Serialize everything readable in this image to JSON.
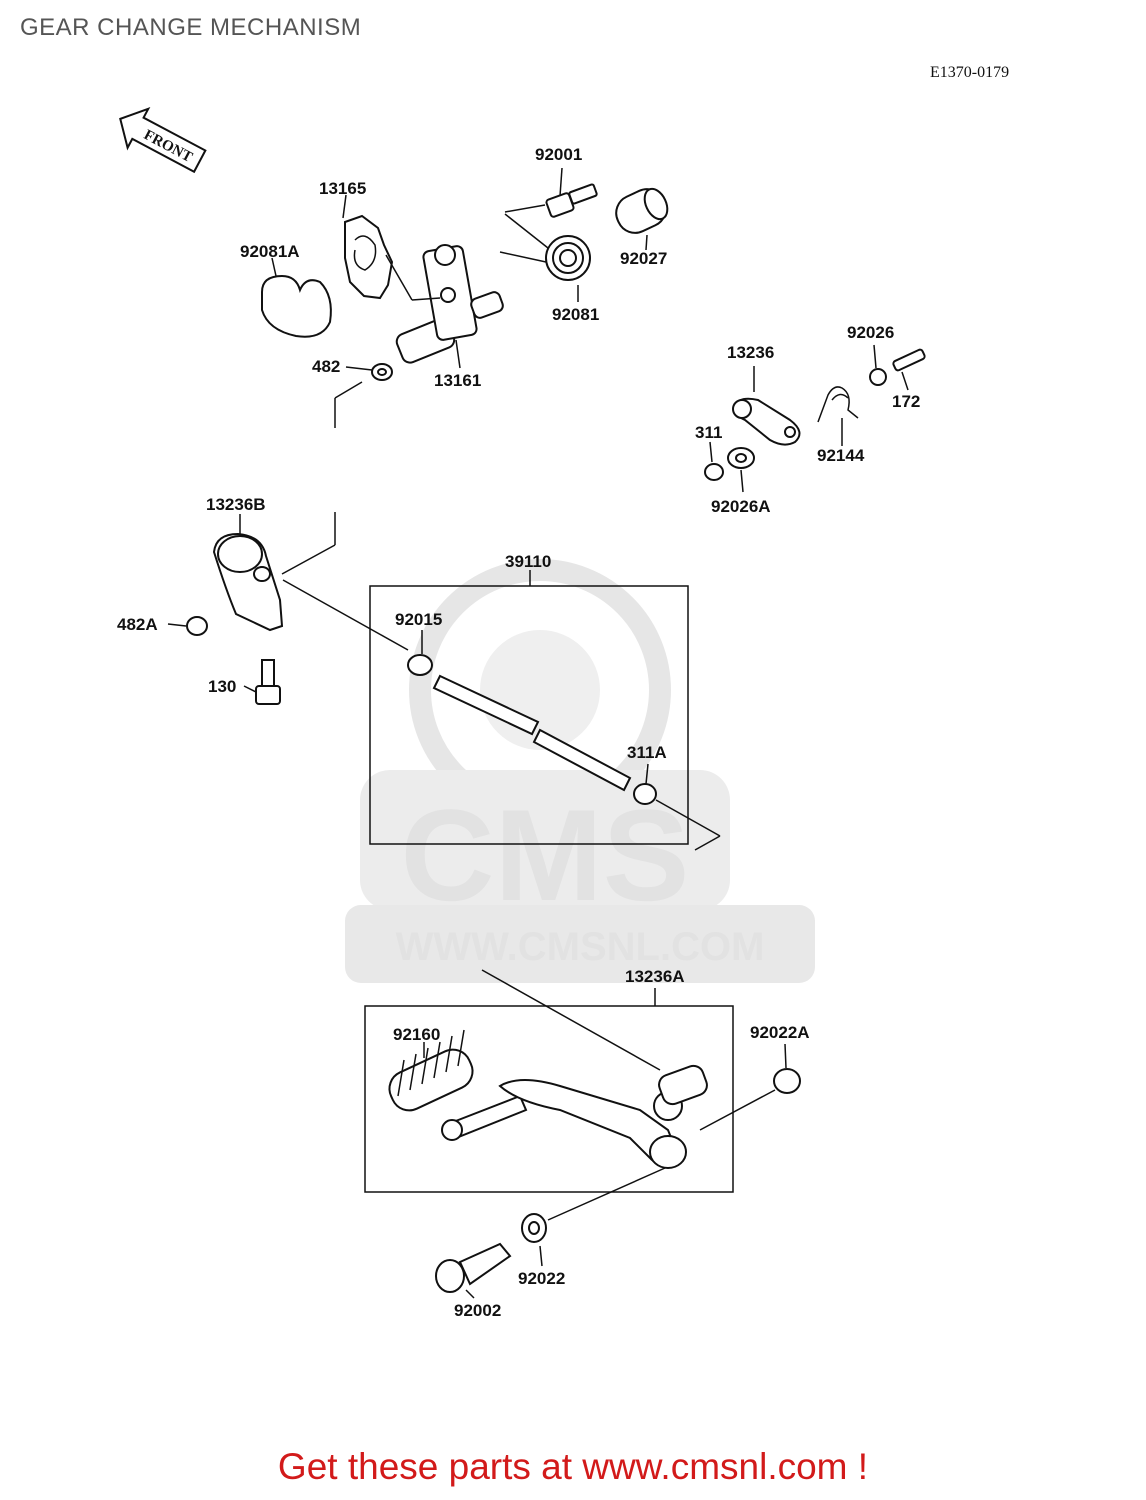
{
  "page_title": "GEAR CHANGE MECHANISM",
  "diagram_code": "E1370-0179",
  "front_label": "FRONT",
  "watermark": {
    "brand": "CMS",
    "url": "WWW.CMSNL.COM"
  },
  "parts": {
    "p92001": "92001",
    "p13165": "13165",
    "p92081A": "92081A",
    "p92027": "92027",
    "p92081": "92081",
    "p482": "482",
    "p13161": "13161",
    "p92026": "92026",
    "p13236": "13236",
    "p172": "172",
    "p311": "311",
    "p92144": "92144",
    "p92026A": "92026A",
    "p13236B": "13236B",
    "p39110": "39110",
    "p92015": "92015",
    "p482A": "482A",
    "p130": "130",
    "p311A": "311A",
    "p13236A": "13236A",
    "p92022A": "92022A",
    "p92160": "92160",
    "p92022": "92022",
    "p92002": "92002"
  },
  "footer": "Get these parts at www.cmsnl.com !"
}
